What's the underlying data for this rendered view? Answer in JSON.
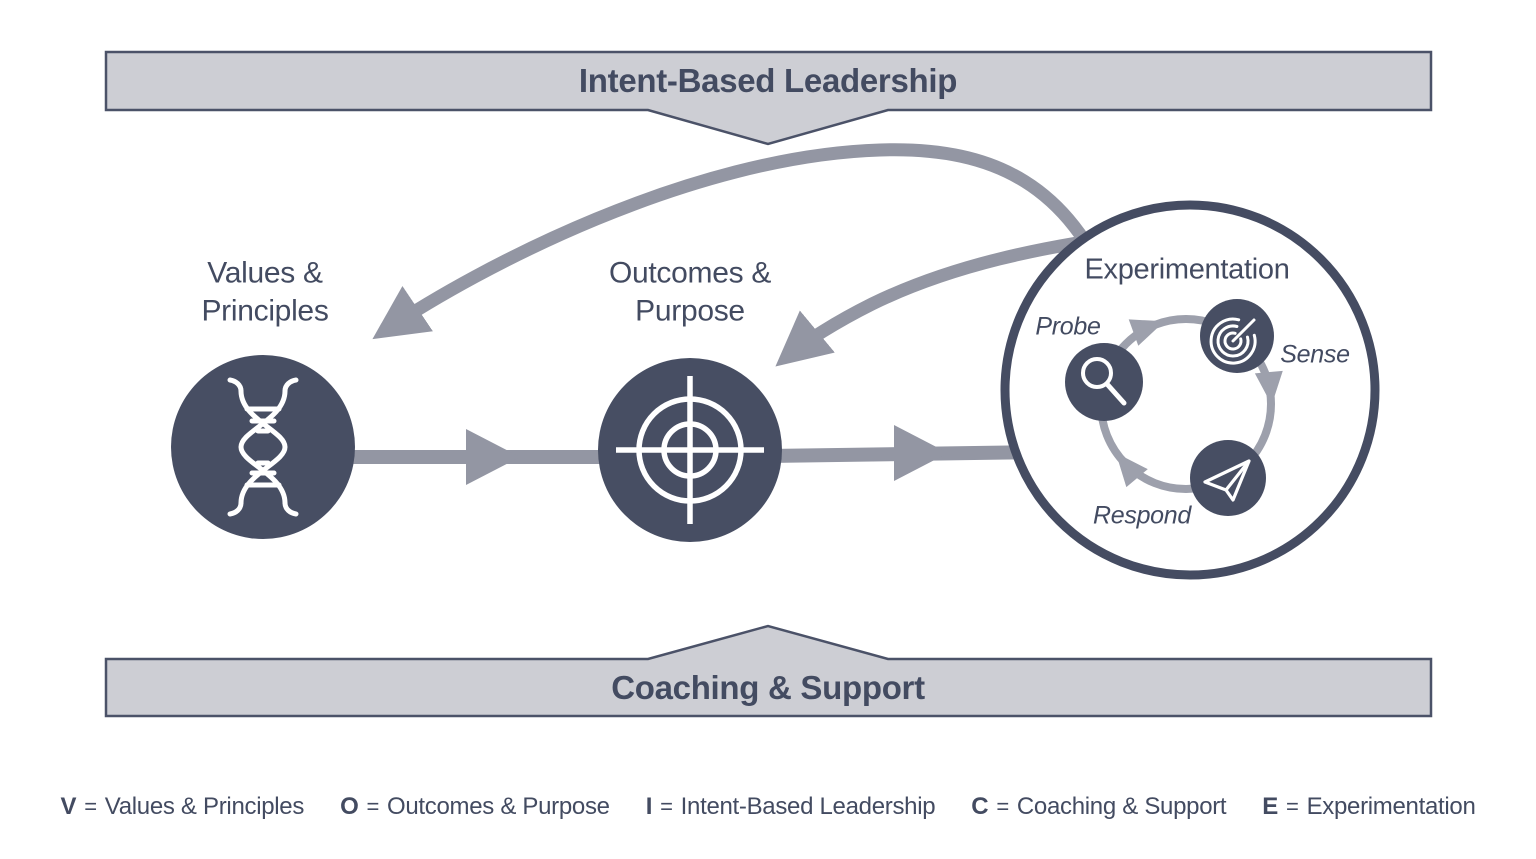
{
  "colors": {
    "navy": "#474e63",
    "navyBorder": "#454c62",
    "gray": "#9396a3",
    "grayLight": "#9da0ac",
    "bannerFill": "#cdced4",
    "bannerBorder": "#4b5268",
    "text": "#434b61",
    "bg": "#ffffff"
  },
  "banners": {
    "top": {
      "label": "Intent-Based Leadership"
    },
    "bottom": {
      "label": "Coaching & Support"
    }
  },
  "nodes": {
    "values": {
      "label": "Values &\nPrinciples",
      "icon": "dna-icon"
    },
    "outcomes": {
      "label": "Outcomes &\nPurpose",
      "icon": "target-icon"
    },
    "experimentation": {
      "label": "Experimentation",
      "cycle": [
        {
          "label": "Probe",
          "icon": "magnifier-icon"
        },
        {
          "label": "Sense",
          "icon": "radar-icon"
        },
        {
          "label": "Respond",
          "icon": "paper-plane-icon"
        }
      ]
    }
  },
  "legend": {
    "separator": "=",
    "items": [
      {
        "key": "V",
        "name": "Values & Principles"
      },
      {
        "key": "O",
        "name": "Outcomes & Purpose"
      },
      {
        "key": "I",
        "name": "Intent-Based Leadership"
      },
      {
        "key": "C",
        "name": "Coaching & Support"
      },
      {
        "key": "E",
        "name": "Experimentation"
      }
    ]
  }
}
